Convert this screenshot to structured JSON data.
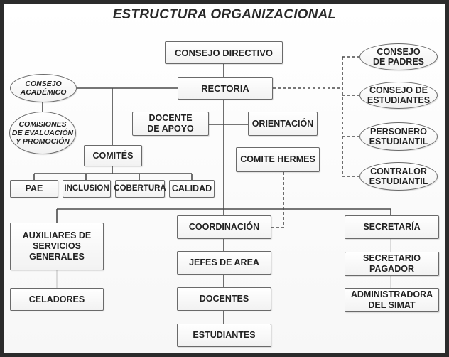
{
  "title": "ESTRUCTURA ORGANIZACIONAL",
  "nodes": {
    "consejo_directivo": "CONSEJO DIRECTIVO",
    "rectoria": "RECTORIA",
    "consejo_academico": "CONSEJO\nACADÉMICO",
    "comisiones": "COMISIONES\nDE EVALUACIÓN\nY PROMOCIÓN",
    "docente_apoyo": "DOCENTE\nDE APOYO",
    "orientacion": "ORIENTACIÓN",
    "comite_hermes": "COMITE HERMES",
    "comites": "COMITÉS",
    "pae": "PAE",
    "inclusion": "INCLUSION",
    "cobertura": "COBERTURA",
    "calidad": "CALIDAD",
    "consejo_padres": "CONSEJO\nDE PADRES",
    "consejo_estudiantes": "CONSEJO DE\nESTUDIANTES",
    "personero": "PERSONERO\nESTUDIANTIL",
    "contralor": "CONTRALOR\nESTUDIANTIL",
    "auxiliares": "AUXILIARES DE\nSERVICIOS\nGENERALES",
    "celadores": "CELADORES",
    "coordinacion": "COORDINACIÓN",
    "jefes_area": "JEFES DE AREA",
    "docentes": "DOCENTES",
    "estudiantes": "ESTUDIANTES",
    "secretaria": "SECRETARÍA",
    "secretario_pagador": "SECRETARIO\nPAGADOR",
    "administradora_simat": "ADMINISTRADORA\nDEL SIMAT"
  }
}
